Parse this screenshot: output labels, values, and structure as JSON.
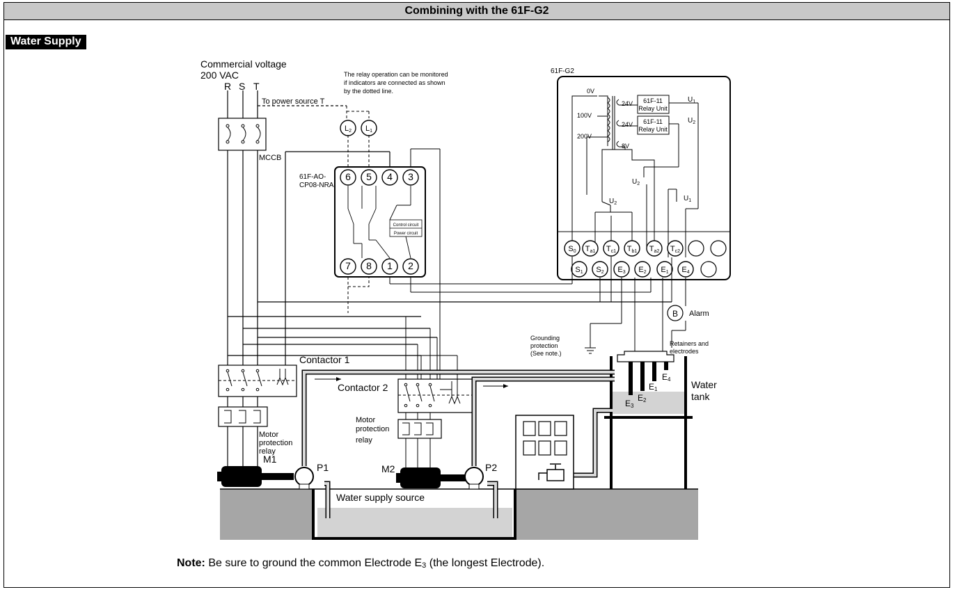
{
  "header": {
    "title": "Combining with the 61F-G2"
  },
  "section": {
    "label": "Water Supply"
  },
  "labels": {
    "commercial_voltage": "Commercial voltage",
    "voltage_value": "200 VAC",
    "phase_r": "R",
    "phase_s": "S",
    "phase_t": "T",
    "to_power_source": "To power source T",
    "relay_note_1": "The relay operation can be monitored",
    "relay_note_2": "if indicators are connected as shown",
    "relay_note_3": "by the dotted line.",
    "mccb": "MCCB",
    "ao_model_1": "61F-AO-",
    "ao_model_2": "CP08-NRA",
    "control_circuit": "Control circuit",
    "power_circuit": "Power circuit",
    "g2_model": "61F-G2",
    "v0": "0V",
    "v100": "100V",
    "v200": "200V",
    "v24a": "24V",
    "v24b": "24V",
    "v8": "8V",
    "relay_unit_model": "61F-11",
    "relay_unit": "Relay Unit",
    "alarm": "Alarm",
    "grounding_1": "Grounding",
    "grounding_2": "protection",
    "grounding_3": "(See note.)",
    "retainers_1": "Retainers and",
    "retainers_2": "electrodes",
    "contactor1": "Contactor 1",
    "contactor2": "Contactor 2",
    "motor_prot_1": "Motor",
    "motor_prot_2": "protection",
    "motor_prot_3": "relay",
    "m1": "M1",
    "m2": "M2",
    "p1": "P1",
    "p2": "P2",
    "water_tank_1": "Water",
    "water_tank_2": "tank",
    "water_supply_source": "Water supply source"
  },
  "ao_terminals_top": [
    "6",
    "5",
    "4",
    "3"
  ],
  "ao_terminals_bottom": [
    "7",
    "8",
    "1",
    "2"
  ],
  "indicators": [
    {
      "main": "L",
      "sub": "2"
    },
    {
      "main": "L",
      "sub": "1"
    }
  ],
  "g2_terminals_top": [
    {
      "main": "S",
      "sub": "0"
    },
    {
      "main": "T",
      "sub": "a1"
    },
    {
      "main": "T",
      "sub": "c1"
    },
    {
      "main": "T",
      "sub": "b1"
    },
    {
      "main": "T",
      "sub": "a2"
    },
    {
      "main": "T",
      "sub": "c2"
    }
  ],
  "g2_terminals_bottom": [
    {
      "main": "S",
      "sub": "1"
    },
    {
      "main": "S",
      "sub": "2"
    },
    {
      "main": "E",
      "sub": "3"
    },
    {
      "main": "E",
      "sub": "2"
    },
    {
      "main": "E",
      "sub": "1"
    },
    {
      "main": "E",
      "sub": "4"
    }
  ],
  "relay_contacts": [
    {
      "main": "U",
      "sub": "1"
    },
    {
      "main": "U",
      "sub": "2"
    }
  ],
  "alarm_symbol": "B",
  "electrodes": [
    {
      "main": "E",
      "sub": "1"
    },
    {
      "main": "E",
      "sub": "2"
    },
    {
      "main": "E",
      "sub": "3"
    },
    {
      "main": "E",
      "sub": "4"
    }
  ],
  "note": {
    "label": "Note:",
    "text": " Be sure to ground the common Electrode E",
    "sub": "3",
    "tail": " (the longest Electrode)."
  },
  "colors": {
    "ground": "#a6a6a6",
    "water": "#d3d3d3",
    "header_bg": "#c8c8c8"
  }
}
